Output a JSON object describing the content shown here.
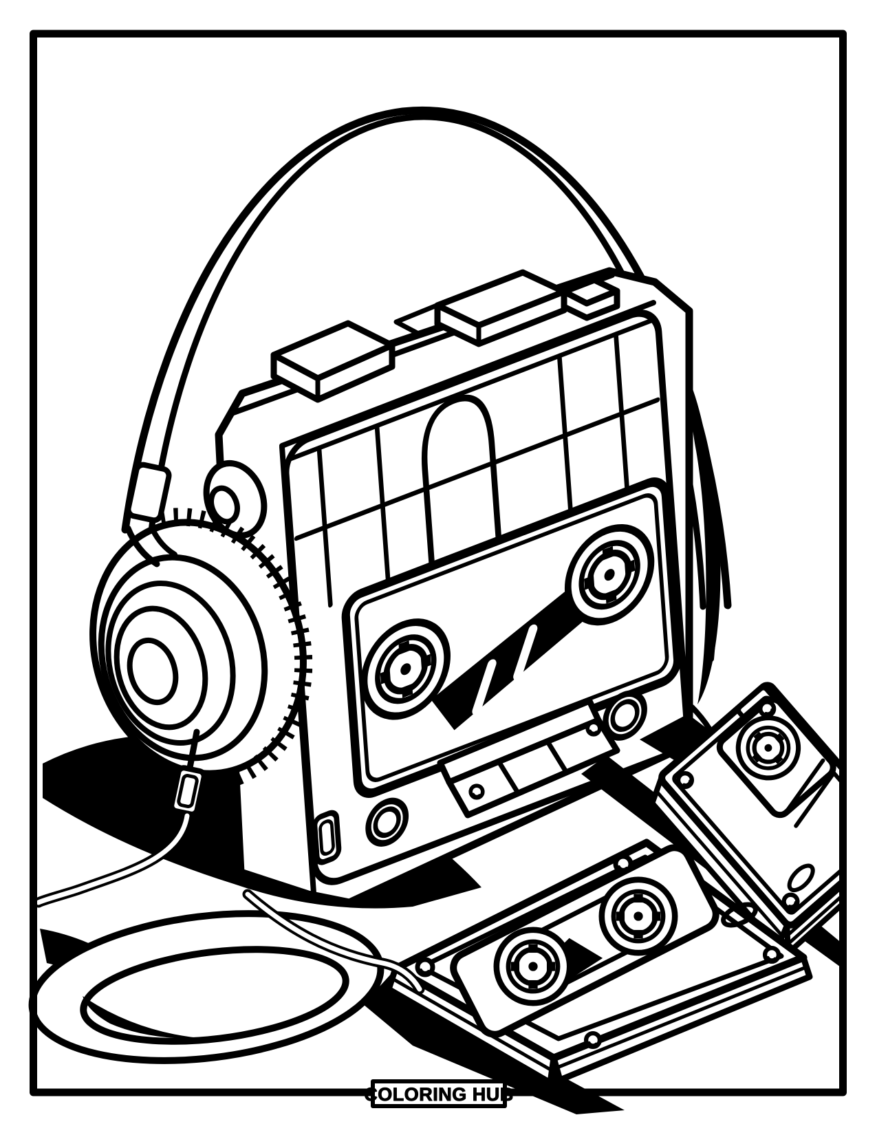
{
  "page": {
    "type": "printable coloring page",
    "background_color": "#ffffff",
    "ink_color": "#000000"
  },
  "frame": {
    "border_color": "#000000",
    "style": "thick rectangular outline"
  },
  "footer": {
    "brand": "COLORING HUB"
  },
  "scene": {
    "description": "Black-and-white line-art illustration of over-ear headphones arched over a portable cassette recorder, a coiled headphone cable on the ground, and two audio cassette tapes with star reel hubs and corner screws, with solid black cast shadows",
    "objects": [
      {
        "name": "headphones",
        "parts": [
          "headband",
          "left-ear-cup",
          "right-ear-cup",
          "ear-cup-serration",
          "band-slider",
          "cable-plug",
          "audio-cable"
        ]
      },
      {
        "name": "cassette-recorder",
        "parts": [
          "top-buttons",
          "button-seam",
          "side-knob",
          "front-grid-panel",
          "arch-detail",
          "cassette-window",
          "tape-reels",
          "tape-ribbon",
          "pill-slot",
          "battery-key-bar",
          "speaker-rings",
          "strap-port"
        ]
      },
      {
        "name": "cassette-tape-right",
        "parts": [
          "shell",
          "corner-screws",
          "tape-window",
          "reel-hub",
          "side-ridges",
          "oval-hole"
        ]
      },
      {
        "name": "cassette-tape-front",
        "parts": [
          "shell",
          "corner-screws",
          "tape-window",
          "reel-hubs",
          "tape-ribbon",
          "oval-hole",
          "side-faces"
        ]
      },
      {
        "name": "cable-coil"
      },
      {
        "name": "ground-shadows"
      }
    ]
  }
}
